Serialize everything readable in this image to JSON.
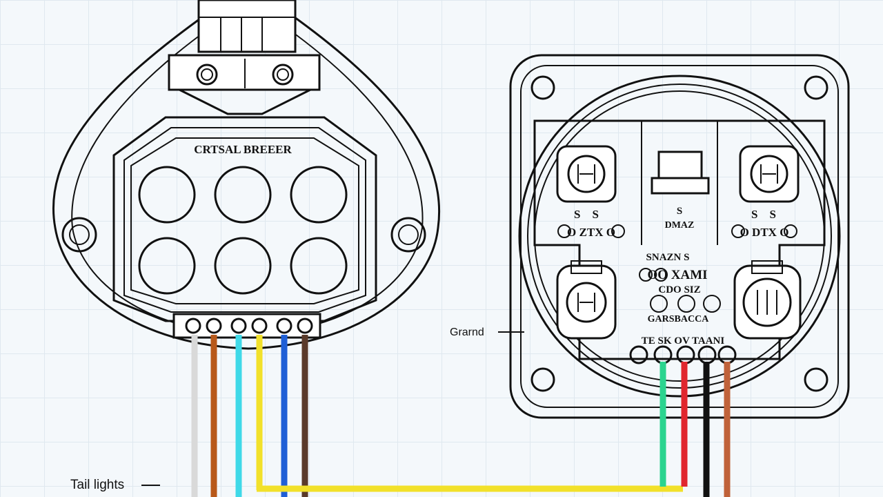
{
  "left_connector": {
    "label": "CRTSAL BREEER",
    "wire_colors": [
      "#d9d9d9",
      "#b8591a",
      "#3fd9e8",
      "#f2e12a",
      "#1f5fd6",
      "#5a3a2a"
    ]
  },
  "right_box": {
    "terminal_label_left": "S    S",
    "terminal_sub_left": "O ZTX O",
    "terminal_label_mid": "S",
    "terminal_sub_mid": "DMAZ",
    "terminal_label_right": "S    S",
    "terminal_sub_right": "O DTX O",
    "center_line_1": "SNAZN S",
    "center_line_2": "OO XAMI",
    "center_line_3": "CDO SIZ",
    "center_line_4": "GARSBACCA",
    "bottom_line": "TE SK OV TAANI",
    "wire_colors": [
      "#2bd48f",
      "#e0262e",
      "#111111",
      "#c0623a"
    ]
  },
  "labels": {
    "ground": "Grarnd",
    "tail_lights": "Tail lights"
  }
}
